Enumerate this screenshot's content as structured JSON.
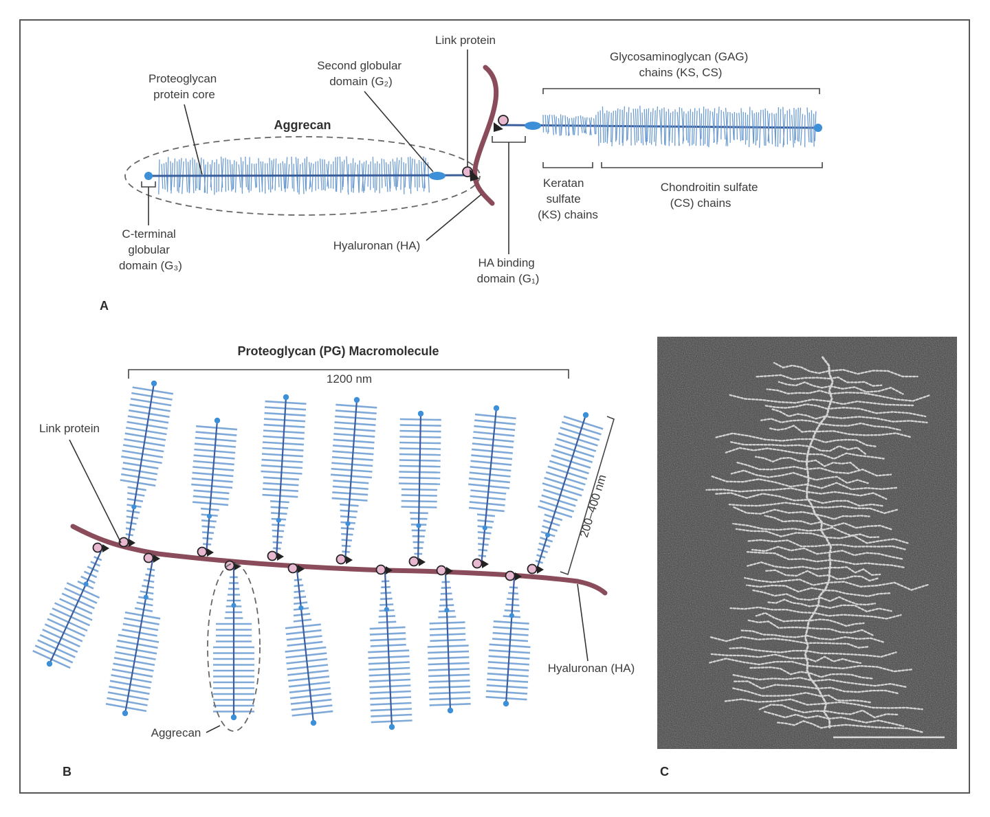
{
  "colors": {
    "hyaluronan": "#8a4b5a",
    "core_protein": "#3a5e9c",
    "gag_chains": "#7aa6d6",
    "globular_domain": "#3d8fd8",
    "link_protein": "#e8b8d0",
    "micrograph_bg": "#444444"
  },
  "panel_a": {
    "panel_label": "A",
    "aggrecan_label": "Aggrecan",
    "pg_core_label": [
      "Proteoglycan",
      "protein core"
    ],
    "second_globular_label": [
      "Second globular",
      "domain (G₂)"
    ],
    "link_protein_label": "Link protein",
    "gag_label": [
      "Glycosaminoglycan (GAG)",
      "chains (KS, CS)"
    ],
    "c_terminal_label": [
      "C-terminal",
      "globular",
      "domain (G₃)"
    ],
    "hyaluronan_label": "Hyaluronan (HA)",
    "ha_binding_label": [
      "HA binding",
      "domain (G₁)"
    ],
    "keratan_label": [
      "Keratan",
      "sulfate",
      "(KS) chains"
    ],
    "chondroitin_label": [
      "Chondroitin sulfate",
      "(CS) chains"
    ]
  },
  "panel_b": {
    "panel_label": "B",
    "title": "Proteoglycan (PG) Macromolecule",
    "length_label": "1200 nm",
    "height_label": "200–400 nm",
    "link_protein_label": "Link protein",
    "hyaluronan_label": "Hyaluronan (HA)",
    "aggrecan_label": "Aggrecan"
  },
  "panel_c": {
    "panel_label": "C"
  }
}
